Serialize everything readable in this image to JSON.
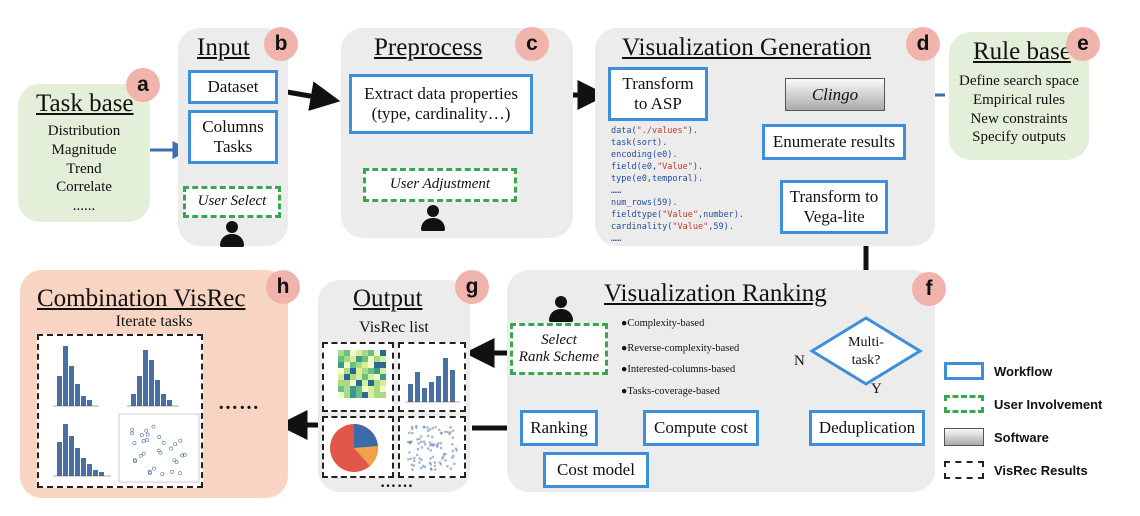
{
  "panels": {
    "a": {
      "badge": "a",
      "title": "Task base",
      "items": [
        "Distribution",
        "Magnitude",
        "Trend",
        "Correlate",
        "......"
      ]
    },
    "b": {
      "badge": "b",
      "title": "Input",
      "dataset": "Dataset",
      "columns": "Columns",
      "tasks": "Tasks",
      "user_select": "User Select"
    },
    "c": {
      "badge": "c",
      "title": "Preprocess",
      "extract_line1": "Extract data properties",
      "extract_line2": "(type, cardinality…)",
      "user_adjustment": "User Adjustment"
    },
    "d": {
      "badge": "d",
      "title": "Visualization Generation",
      "transform_asp_1": "Transform",
      "transform_asp_2": "to ASP",
      "clingo": "Clingo",
      "enumerate": "Enumerate results",
      "vega_1": "Transform to",
      "vega_2": "Vega-lite",
      "code": [
        [
          {
            "t": "data("
          },
          {
            "t": "\"./values\"",
            "s": 1
          },
          {
            "t": ")."
          }
        ],
        [
          {
            "t": "task(sort)."
          }
        ],
        [
          {
            "t": "encoding(e0)."
          }
        ],
        [
          {
            "t": "field(e0,"
          },
          {
            "t": "\"Value\"",
            "s": 1
          },
          {
            "t": ")."
          }
        ],
        [
          {
            "t": "type(e0,temporal)."
          }
        ],
        [
          {
            "t": "……"
          }
        ],
        [
          {
            "t": "num_rows(59)."
          }
        ],
        [
          {
            "t": "fieldtype("
          },
          {
            "t": "\"Value\"",
            "s": 1
          },
          {
            "t": ",number)."
          }
        ],
        [
          {
            "t": "cardinality("
          },
          {
            "t": "\"Value\"",
            "s": 1
          },
          {
            "t": ",59)."
          }
        ],
        [
          {
            "t": "……"
          }
        ]
      ]
    },
    "e": {
      "badge": "e",
      "title": "Rule base",
      "items": [
        "Define search space",
        "Empirical rules",
        "New constraints",
        "Specify outputs"
      ]
    },
    "f": {
      "badge": "f",
      "title": "Visualization Ranking",
      "select_1": "Select",
      "select_2": "Rank Scheme",
      "schemes": [
        "Complexity-based",
        "Reverse-complexity-based",
        "Interested-columns-based",
        "Tasks-coverage-based"
      ],
      "multitask_1": "Multi-",
      "multitask_2": "task?",
      "no": "N",
      "yes": "Y",
      "dedup": "Deduplication",
      "compute_cost": "Compute cost",
      "ranking": "Ranking",
      "cost_model": "Cost model"
    },
    "g": {
      "badge": "g",
      "title": "Output",
      "subtitle": "VisRec list",
      "more": "……"
    },
    "h": {
      "badge": "h",
      "title": "Combination VisRec",
      "subtitle": "Iterate tasks",
      "more": "……"
    }
  },
  "legend": [
    {
      "type": "workflow",
      "label": "Workflow"
    },
    {
      "type": "user",
      "label": "User Involvement"
    },
    {
      "type": "software",
      "label": "Software"
    },
    {
      "type": "results",
      "label": "VisRec Results"
    }
  ],
  "colors": {
    "workflow": "#3d8fd9",
    "user": "#3aa651",
    "badge": "#f1b4ad",
    "panel": "#ececec",
    "green_panel": "#e4efd9",
    "peach_panel": "#f7d5c2"
  }
}
